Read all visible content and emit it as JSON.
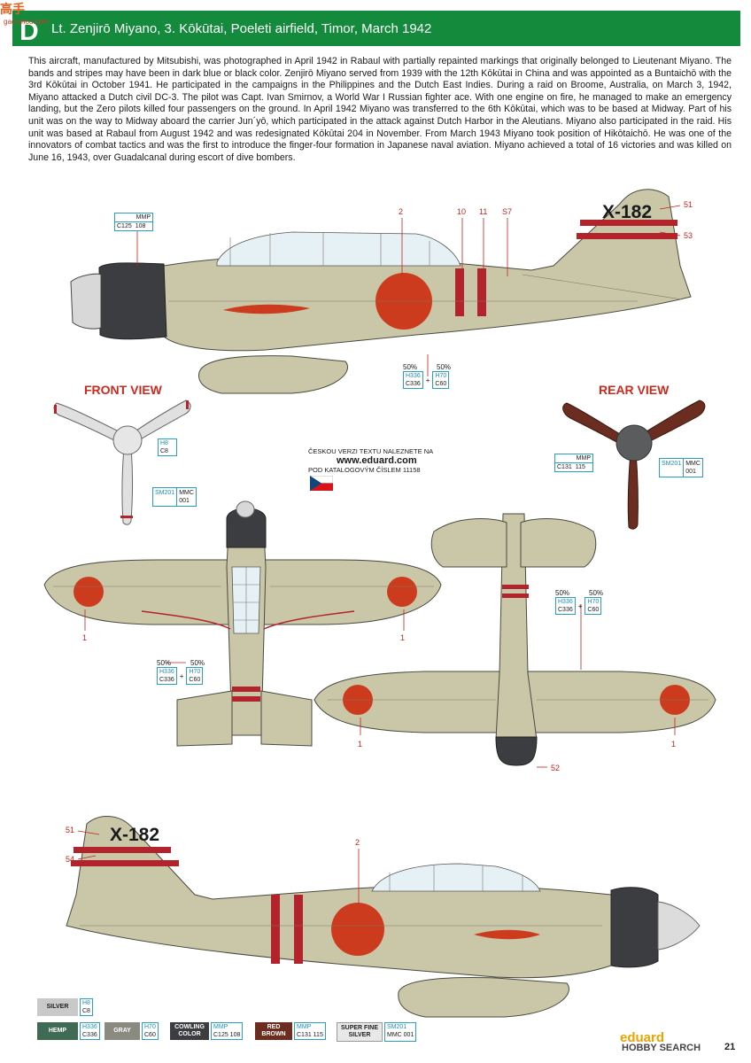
{
  "header": {
    "letter": "D",
    "title": "Lt. Zenjirō Miyano, 3. Kōkūtai, Poeleti airfield, Timor, March 1942"
  },
  "watermark": {
    "logo": "高手",
    "sub": "gao-shou.com"
  },
  "description": "This aircraft, manufactured by Mitsubishi, was photographed in April 1942 in Rabaul with partially repainted markings that originally belonged to Lieutenant Miyano. The bands and stripes may have been in dark blue or black color. Zenjirō Miyano served from 1939 with the 12th Kōkūtai in China and was appointed as a Buntaichō with the 3rd Kōkūtai in October 1941. He participated in the campaigns in the Philippines and the Dutch East Indies. During a raid on Broome, Australia, on March 3, 1942, Miyano attacked a Dutch civil DC-3. The pilot was Capt. Ivan Smirnov, a World War I Russian fighter ace. With one engine on fire, he managed to make an emergency landing, but the Zero pilots killed four passengers on the ground. In April 1942 Miyano was transferred to the 6th Kōkūtai, which was to be based at Midway. Part of his unit was on the way to Midway aboard the carrier Jun´yō, which participated in the attack against Dutch Harbor in the Aleutians. Miyano also participated in the raid. His unit was based at Rabaul from August 1942 and was redesignated Kōkūtai 204 in November. From March 1943 Miyano took position of Hikōtaichō. He was one of the innovators of combat tactics and was the first to introduce the finger-four formation in Japanese naval aviation. Miyano achieved a total of 16 victories and was killed on June 16, 1943, over Guadalcanal during escort of dive bombers.",
  "tail_code": "X-182",
  "views": {
    "front": "FRONT VIEW",
    "rear": "REAR VIEW"
  },
  "callouts": {
    "c2": "2",
    "c10": "10",
    "c11": "11",
    "cS7": "S7",
    "c51": "51",
    "c53": "53",
    "c1a": "1",
    "c1b": "1",
    "c1c": "1",
    "c1d": "1",
    "c52": "52",
    "c51b": "51",
    "c54": "54",
    "c2b": "2"
  },
  "codes": {
    "cowling_top": {
      "left": "C125",
      "right": "108",
      "top": "MMP"
    },
    "prop_front": {
      "h": "H8",
      "c": "C8"
    },
    "spinner_front": {
      "sm": "SM201",
      "mmc": "MMC",
      "num": "001"
    },
    "prop_rear": {
      "left": "C131",
      "right": "115",
      "top": "MMP"
    },
    "spinner_rear": {
      "sm": "SM201",
      "mmc": "MMC",
      "num": "001"
    },
    "mix": {
      "p1": "50%",
      "p2": "50%",
      "h1": "H336",
      "c1": "C336",
      "h2": "H70",
      "c2": "C60",
      "plus": "+"
    }
  },
  "czech_note": {
    "line1": "ČESKOU VERZI TEXTU NALEZNETE NA",
    "line2": "www.eduard.com",
    "line3": "POD KATALOGOVÝM ČÍSLEM 11158"
  },
  "legend": [
    {
      "name": "SILVER",
      "bg": "#c9c9c9",
      "fg": "#222222",
      "c1": "H8",
      "c2": "C8"
    },
    {
      "name": "HEMP",
      "bg": "#3f6b54",
      "fg": "#ffffff",
      "c1": "H336",
      "c2": "C336"
    },
    {
      "name": "GRAY",
      "bg": "#8a8a80",
      "fg": "#ffffff",
      "c1": "H70",
      "c2": "C60"
    },
    {
      "name": "COWLING COLOR",
      "bg": "#3b3d40",
      "fg": "#ffffff",
      "c1": "MMP",
      "c2": "C125 108"
    },
    {
      "name": "RED BROWN",
      "bg": "#6b2d20",
      "fg": "#ffffff",
      "c1": "MMP",
      "c2": "C131 115"
    },
    {
      "name": "SUPER FINE SILVER",
      "bg": "#e8e8e8",
      "fg": "#222222",
      "c1": "SM201",
      "c2": "MMC 001"
    }
  ],
  "footer": {
    "brand": "eduard",
    "hobby": "HOBBY SEARCH",
    "page": "21"
  },
  "colors": {
    "header_green": "#138a3c",
    "airframe": "#c9c7a8",
    "cowling": "#3b3d40",
    "hinomaru": "#cc3b1e",
    "band": "#b3232c",
    "prop_rear": "#6b2d20"
  }
}
